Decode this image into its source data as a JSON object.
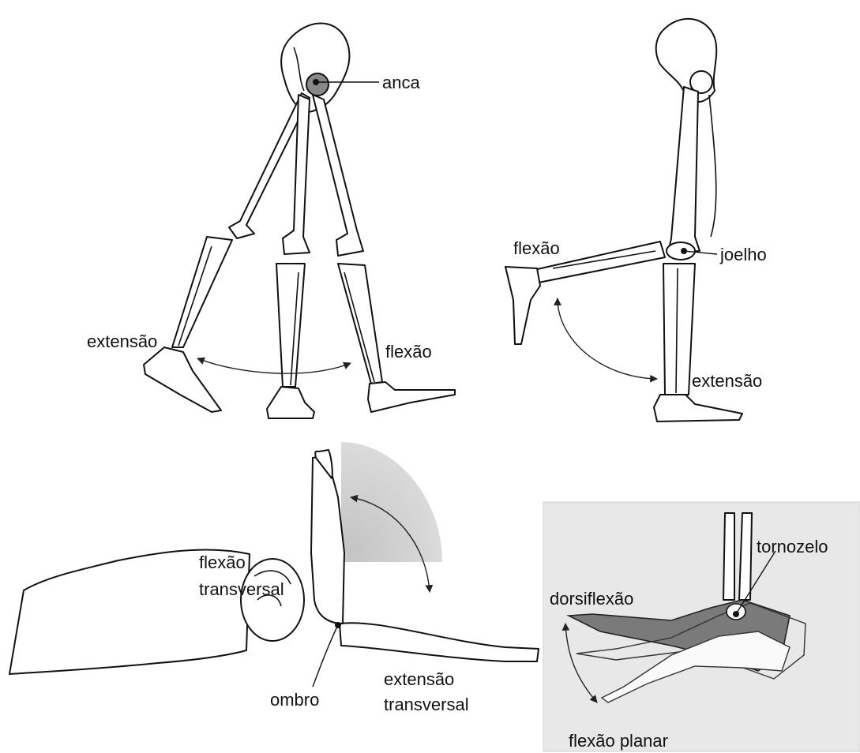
{
  "panels": {
    "hip": {
      "joint_label": "anca",
      "motion_left": "extensão",
      "motion_right": "flexão"
    },
    "knee": {
      "joint_label": "joelho",
      "motion_top": "flexão",
      "motion_bottom": "extensão"
    },
    "shoulder": {
      "joint_label": "ombro",
      "motion_top_line1": "flexão",
      "motion_top_line2": "transversal",
      "motion_bottom_line1": "extensão",
      "motion_bottom_line2": "transversal"
    },
    "ankle": {
      "joint_label": "tornozelo",
      "motion_top": "dorsiflexão",
      "motion_bottom": "flexão planar"
    }
  },
  "colors": {
    "line": "#111111",
    "shade": "#bdbdbd",
    "joint_fill": "#888888",
    "photo_bg": "#e6e6e6",
    "foot_dark": "#7a7a7a"
  }
}
